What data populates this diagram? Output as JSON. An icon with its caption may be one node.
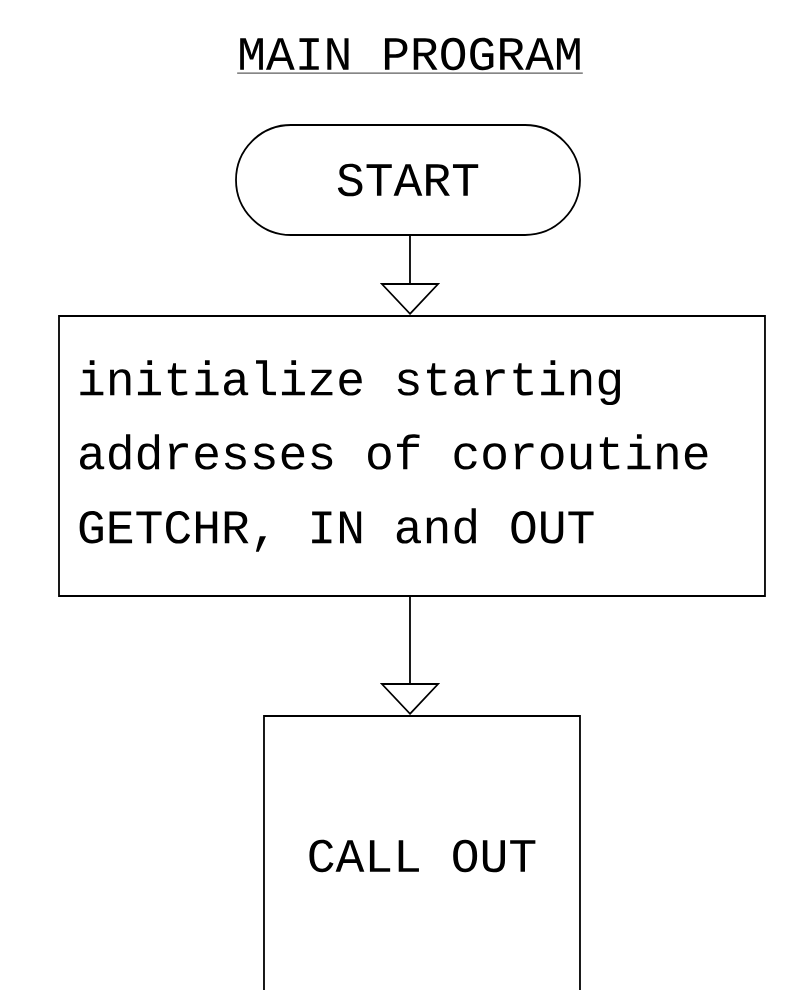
{
  "diagram": {
    "title": "MAIN PROGRAM",
    "nodes": [
      {
        "text": [
          "START"
        ]
      },
      {
        "text": [
          "initialize starting addresses of coroutine GETCHR, IN and OUT"
        ]
      },
      {
        "text": [
          "CALL OUT"
        ]
      }
    ],
    "edges": [
      {
        "from": 0,
        "to": 1,
        "arrow": "to"
      },
      {
        "from": 1,
        "to": 2,
        "arrow": "to"
      }
    ]
  }
}
